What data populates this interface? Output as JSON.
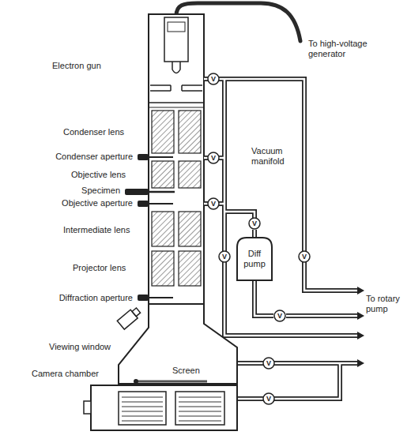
{
  "diagram": {
    "nodes": [
      {
        "text": [
          "V"
        ]
      },
      {
        "text": [
          "V"
        ]
      },
      {
        "text": [
          "V"
        ]
      },
      {
        "text": [
          "V"
        ]
      },
      {
        "text": [
          "Diff pump"
        ]
      },
      {
        "text": [
          "V"
        ]
      },
      {
        "text": [
          "V"
        ]
      },
      {
        "text": [
          "V"
        ]
      },
      {
        "text": [
          "V"
        ]
      },
      {
        "text": [
          "V"
        ]
      }
    ],
    "edges": [
      {
        "from": 3,
        "to": 4,
        "arrow": "none"
      },
      {
        "from": 4,
        "to": 7,
        "arrow": "none"
      }
    ],
    "labels": [
      "To high-voltage generator",
      "Electron gun",
      "Condenser lens",
      "Vacuum manifold",
      "Condenser aperture",
      "Objective lens",
      "Specimen",
      "Objective aperture",
      "Intermediate lens",
      "Projector lens",
      "Diffraction aperture",
      "To rotary pump",
      "Viewing window",
      "Screen",
      "Camera chamber"
    ]
  }
}
